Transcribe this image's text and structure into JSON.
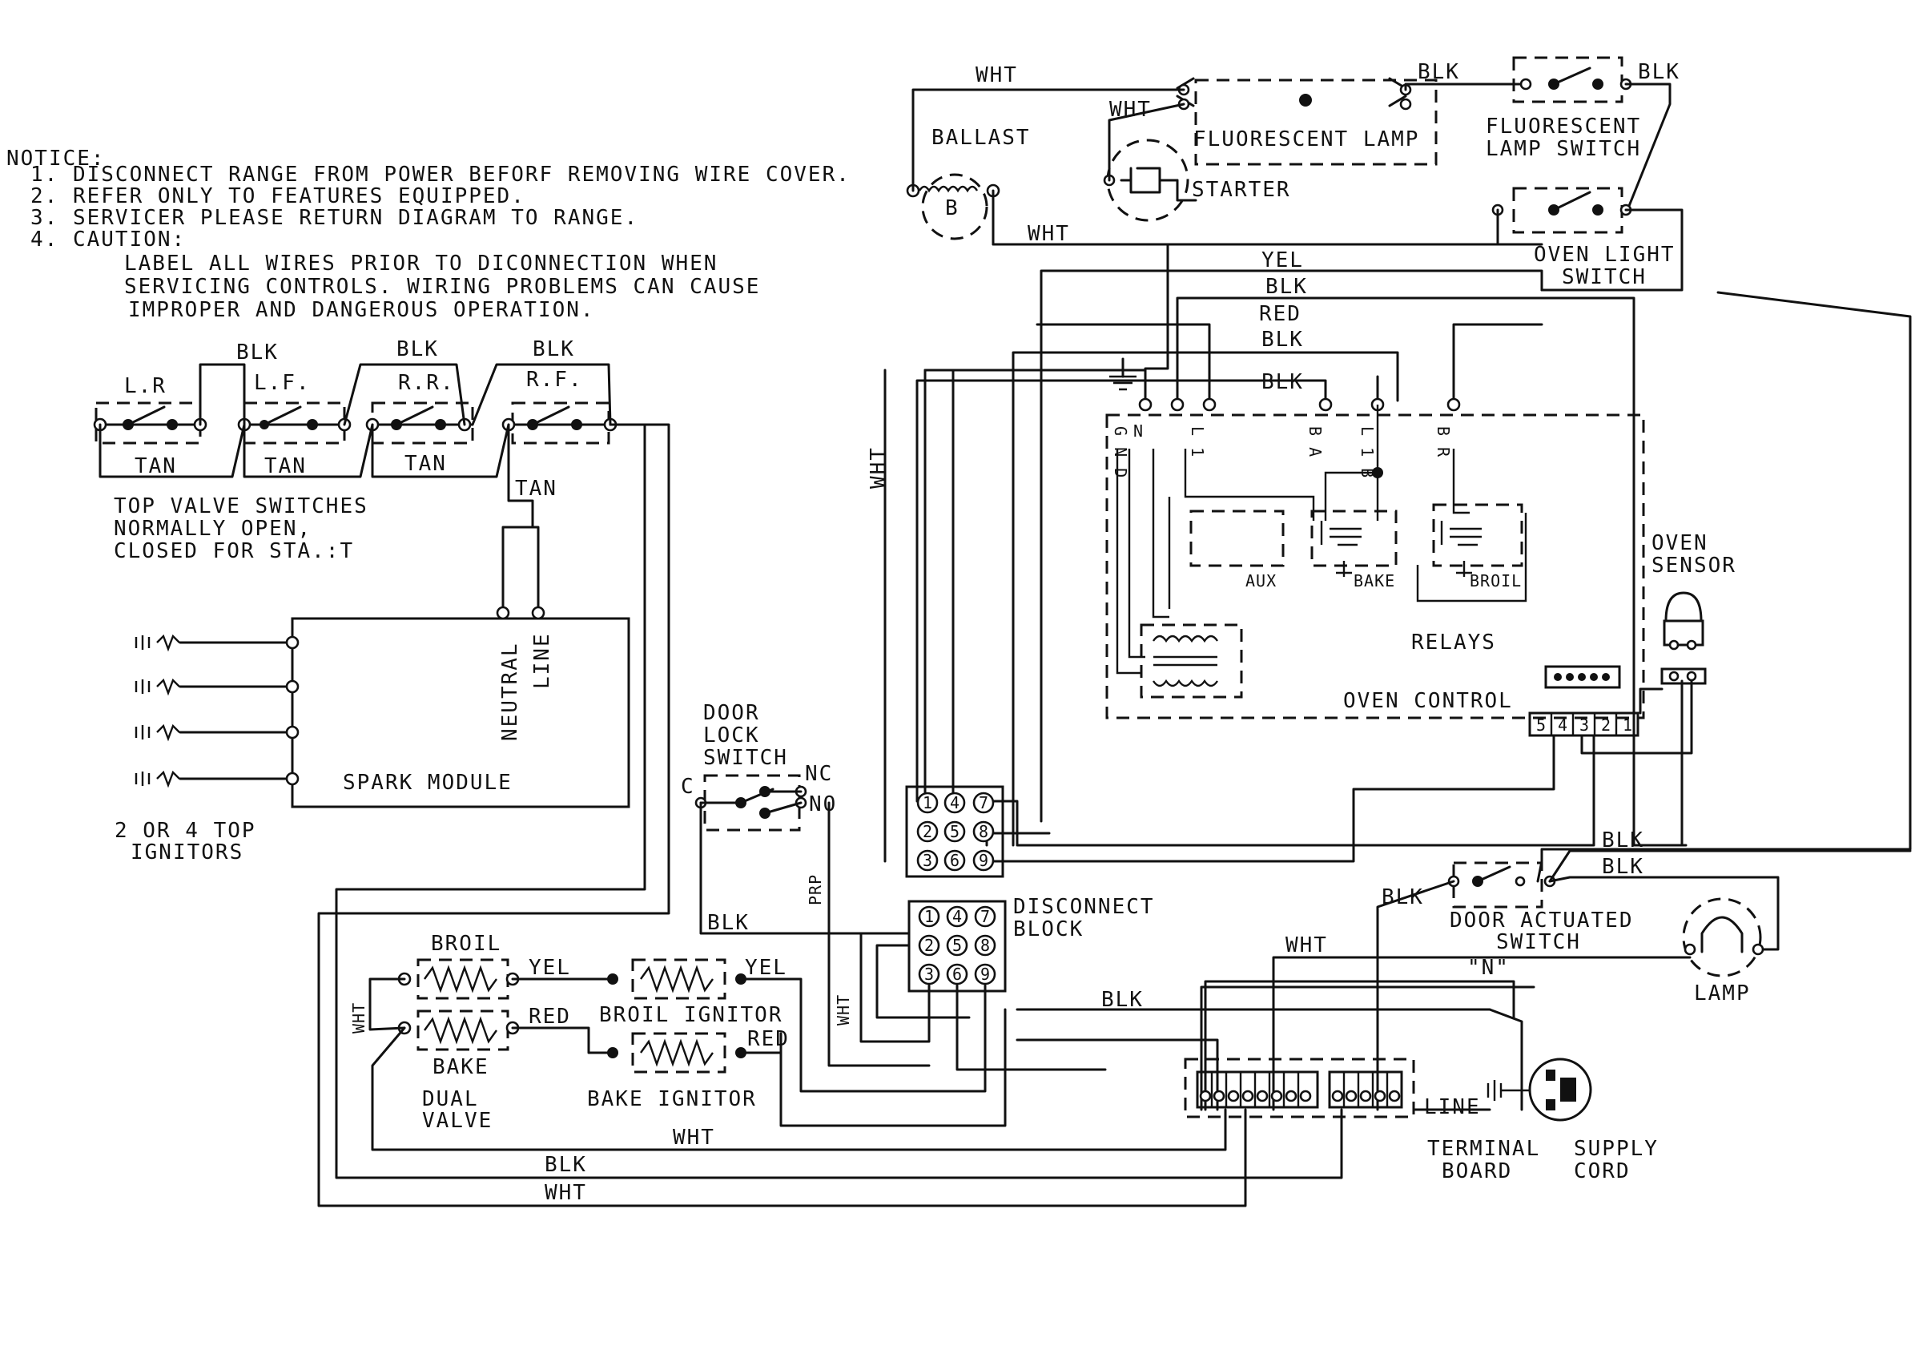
{
  "notice": {
    "heading": "NOTICE:",
    "items": [
      "1. DISCONNECT RANGE FROM POWER BEFORF REMOVING WIRE COVER.",
      "2. REFER ONLY TO FEATURES EQUIPPED.",
      "3. SERVICER PLEASE RETURN DIAGRAM TO RANGE.",
      "4. CAUTION:"
    ],
    "caution_lines": [
      "LABEL ALL WIRES PRIOR TO DICONNECTION WHEN",
      "SERVICING CONTROLS. WIRING PROBLEMS CAN CAUSE",
      "IMPROPER AND DANGEROUS OPERATION."
    ]
  },
  "top_switches": {
    "names": [
      "L.R",
      "L.F.",
      "R.R.",
      "R.F."
    ],
    "blk_labels": [
      "BLK",
      "BLK",
      "BLK"
    ],
    "tan_labels": [
      "TAN",
      "TAN",
      "TAN"
    ],
    "tan_feed": "TAN",
    "description": [
      "TOP VALVE SWITCHES",
      "NORMALLY OPEN,",
      "CLOSED FOR STA.:T"
    ]
  },
  "spark_module": {
    "name": "SPARK MODULE",
    "neutral": "NEUTRAL",
    "line": "LINE",
    "ignitor_label": [
      "2 OR 4 TOP",
      "IGNITORS"
    ]
  },
  "lamp_circuit": {
    "ballast": "BALLAST",
    "ballast_mark": "B",
    "fluorescent_lamp": "FLUORESCENT LAMP",
    "starter": "STARTER",
    "lamp_switch": [
      "FLUORESCENT",
      "LAMP SWITCH"
    ],
    "oven_light_switch": [
      "OVEN LIGHT",
      "SWITCH"
    ],
    "wire_wht": "WHT",
    "wire_blk": "BLK"
  },
  "oven_control": {
    "wire_labels": [
      "YEL",
      "BLK",
      "RED",
      "BLK",
      "BLK"
    ],
    "pins": [
      "G N D",
      "N",
      "L 1",
      "B A",
      "L 1 B",
      "B R"
    ],
    "relays": "RELAYS",
    "aux": "AUX",
    "bake": "BAKE",
    "broil": "BROIL",
    "name": "OVEN CONTROL",
    "connector": [
      "5",
      "4",
      "3",
      "2",
      "1"
    ],
    "sensor": [
      "OVEN",
      "SENSOR"
    ],
    "wht_label": "WHT"
  },
  "door_lock": {
    "title": [
      "DOOR",
      "LOCK",
      "SWITCH"
    ],
    "c": "C",
    "nc": "NC",
    "no": "NO",
    "prp": "PRP"
  },
  "disconnect_block": {
    "title": [
      "DISCONNECT",
      "BLOCK"
    ],
    "upper_pins": [
      "1",
      "4",
      "7",
      "2",
      "5",
      "8",
      "3",
      "6",
      "9"
    ],
    "lower_pins": [
      "1",
      "4",
      "7",
      "2",
      "5",
      "8",
      "3",
      "6",
      "9"
    ]
  },
  "valve": {
    "broil": "BROIL",
    "bake": "BAKE",
    "dual_valve": [
      "DUAL",
      "VALVE"
    ],
    "broil_ignitor": "BROIL IGNITOR",
    "bake_ignitor": "BAKE IGNITOR",
    "yel": "YEL",
    "red": "RED",
    "wht": "WHT"
  },
  "lower_wires": {
    "blk_prp": "BLK",
    "wht_valve": "WHT",
    "blk_term": "BLK",
    "wht_term": "WHT",
    "blk_bottom": "BLK",
    "wht_bottom": "WHT",
    "wht_mid": "WHT"
  },
  "door_switch": {
    "name": [
      "DOOR ACTUATED",
      "SWITCH"
    ],
    "blk_a": "BLK",
    "blk_b": "BLK",
    "blk_c": "BLK",
    "neutral_mark": "\"N\"",
    "lamp": "LAMP"
  },
  "terminal": {
    "board": [
      "TERMINAL",
      "BOARD"
    ],
    "supply_cord": [
      "SUPPLY",
      "CORD"
    ],
    "line": "LINE"
  }
}
